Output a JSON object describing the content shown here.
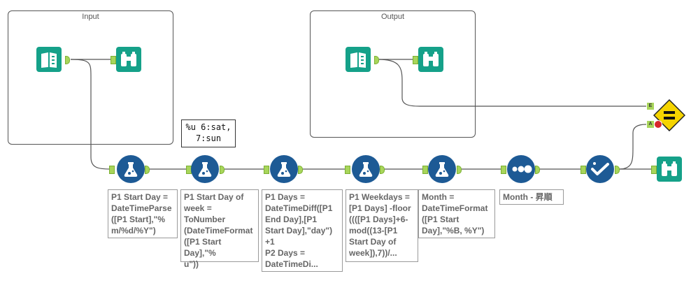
{
  "containers": {
    "input_title": "Input",
    "output_title": "Output"
  },
  "comment": "%u 6:sat,\n7:sun",
  "labels": {
    "formula1": "P1 Start Day =\nDateTimeParse\n([P1 Start],\"%\nm/%d/%Y\")",
    "formula2": "P1 Start Day of\nweek =\nToNumber\n(DateTimeFormat\n([P1 Start Day],\"%\nu\"))",
    "formula3": "P1 Days =\nDateTimeDiff([P1\nEnd Day],[P1\nStart Day],\"day\")\n+1\nP2 Days =\nDateTimeDi...",
    "formula4": "P1 Weekdays =\n[P1 Days] -floor\n((([P1 Days]+6-\nmod((13-[P1\nStart Day of\nweek]),7))/...",
    "formula5": "Month =\nDateTimeFormat\n([P1 Start\nDay],\"%B, %Y\")",
    "sort": "Month - 昇順"
  },
  "anchors": {
    "e_label": "E",
    "a_label": "A"
  },
  "colors": {
    "teal": "#15a189",
    "navy": "#1d5a95",
    "anchor_green": "#a8d55a",
    "test_yellow": "#f5d400"
  },
  "icons": [
    "input-book-icon",
    "browse-binoculars-icon",
    "formula-flask-icon",
    "sort-dots-icon",
    "select-check-icon",
    "test-equals-icon"
  ]
}
